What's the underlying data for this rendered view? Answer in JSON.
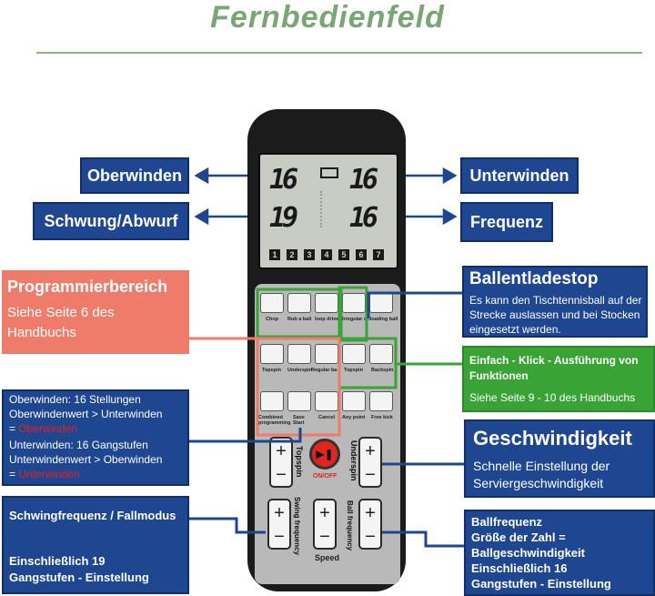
{
  "title": "Fernbedienfeld",
  "labels": {
    "oberwinden": "Oberwinden",
    "unterwinden": "Unterwinden",
    "schwung": "Schwung/Abwurf",
    "frequenz": "Frequenz"
  },
  "programmierbereich": {
    "title": "Programmierbereich",
    "text": "Siehe Seite 6 des Handbuchs"
  },
  "winden": {
    "line1": "Oberwinden: 16 Stellungen",
    "line2": "Oberwindenwert > Unterwinden",
    "line3_prefix": "= ",
    "line3_red": "Oberwinden",
    "line4": "Unterwinden: 16 Gangstufen",
    "line5": "Unterwindenwert > Oberwinden",
    "line6_prefix": "= ",
    "line6_red": "Unterwinden"
  },
  "schwingfrequenz": {
    "title": "Schwingfrequenz / Fallmodus",
    "line1": "Einschließlich 19",
    "line2": "Gangstufen - Einstellung"
  },
  "ballentladestop": {
    "title": "Ballentladestop",
    "text": "Es kann den Tischtennisball auf der Strecke auslassen und bei Stocken eingesetzt werden."
  },
  "einfach": {
    "title": "Einfach - Klick - Ausführung von Funktionen",
    "text": "Siehe Seite 9 - 10 des Handbuchs"
  },
  "geschwindigkeit": {
    "title": "Geschwindigkeit",
    "text": "Schnelle Einstellung der Serviergeschwindigkeit"
  },
  "ballfrequenz": {
    "line1": "Ballfrequenz",
    "line2": "Größe der Zahl =",
    "line3": "Ballgeschwindigkeit",
    "line4": "Einschließlich 16",
    "line5": "Gangstufen - Einstellung"
  },
  "lcd": {
    "top_left": "16",
    "top_right": "16",
    "bottom_left": "19",
    "bottom_right": "16",
    "numbers": [
      "1",
      "2",
      "3",
      "4",
      "5",
      "6",
      "7"
    ]
  },
  "remote": {
    "row1": [
      "Chop",
      "Rub a ball",
      "loop drive",
      "Irregular",
      "unloading ball"
    ],
    "row2": [
      "Topspin",
      "Underspin",
      "Regular ba",
      "Topspin",
      "Backspin"
    ],
    "row3": [
      "Combined programming",
      "Save Start",
      "Cancel",
      "Any point",
      "Free kick"
    ],
    "topspin": "Topspin",
    "underspin": "Underspin",
    "onoff": "ON/OFF",
    "swing_frequency": "Swing frequency",
    "ball_frequency": "Ball frequency",
    "speed": "Speed",
    "plus": "+",
    "minus": "−"
  },
  "colors": {
    "title_green": "#7aa575",
    "blue": "#1f4690",
    "salmon": "#ef7c6a",
    "green": "#3aa335",
    "red": "#e7221b"
  }
}
